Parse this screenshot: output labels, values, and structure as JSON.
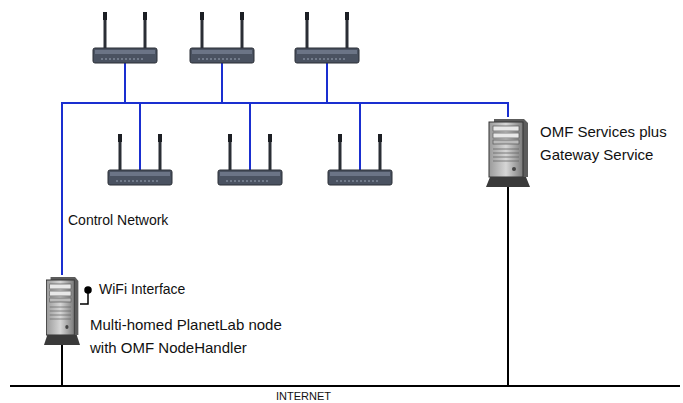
{
  "diagram": {
    "nodes": [
      {
        "text": [
          "OMF Services plus Gateway Service"
        ]
      },
      {
        "text": [
          "Multi-homed PlanetLab node with OMF NodeHandler"
        ]
      }
    ],
    "edges": [
      {
        "from": 1,
        "to": 0,
        "arrow": "none"
      },
      {
        "from": 1,
        "to": 0,
        "arrow": "none"
      }
    ],
    "labels": [
      "Control Network",
      "WiFi Interface",
      "INTERNET"
    ]
  }
}
